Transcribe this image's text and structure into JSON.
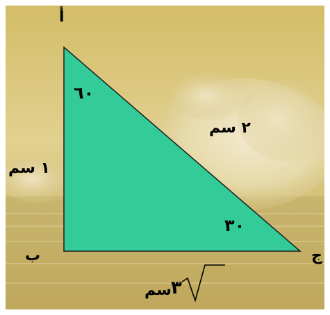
{
  "diagram": {
    "vertices": {
      "top": "أ",
      "bottom_left": "ب",
      "bottom_right": "ج"
    },
    "angles": {
      "at_top": "٦٠",
      "at_bottom_right": "٣٠"
    },
    "sides": {
      "vertical": "١ سم",
      "hypotenuse": "٢ سم",
      "base_unit": "سم",
      "base_radicand": "٣"
    },
    "colors": {
      "triangle_fill": "#33cc99",
      "triangle_stroke": "#1d1d1d",
      "background_tone": "#d8c477"
    }
  }
}
